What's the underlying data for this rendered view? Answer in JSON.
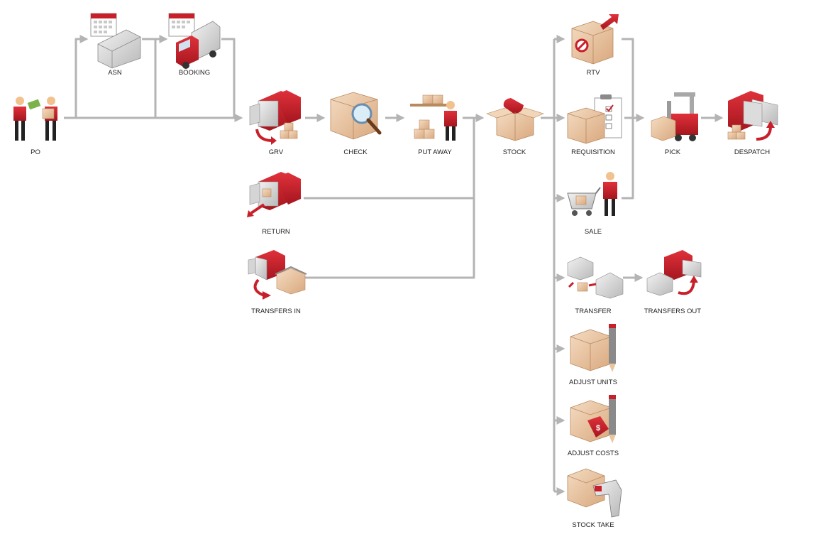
{
  "colors": {
    "connector": "#b4b4b4",
    "accent_red": "#c8202a",
    "box_tan": "#e8c6a2",
    "text": "#222222"
  },
  "nodes": {
    "po": {
      "label": "PO",
      "icon": "people-exchange-icon"
    },
    "asn": {
      "label": "ASN",
      "icon": "calendar-container-icon"
    },
    "booking": {
      "label": "BOOKING",
      "icon": "calendar-truck-icon"
    },
    "grv": {
      "label": "GRV",
      "icon": "truck-unload-boxes-icon"
    },
    "check": {
      "label": "CHECK",
      "icon": "box-magnifier-icon"
    },
    "putaway": {
      "label": "PUT AWAY",
      "icon": "worker-shelving-boxes-icon"
    },
    "stock": {
      "label": "STOCK",
      "icon": "open-box-icon"
    },
    "rtv": {
      "label": "RTV",
      "icon": "box-return-arrow-icon"
    },
    "requisition": {
      "label": "REQUISITION",
      "icon": "box-checklist-icon"
    },
    "pick": {
      "label": "PICK",
      "icon": "forklift-icon"
    },
    "despatch": {
      "label": "DESPATCH",
      "icon": "truck-dispatch-icon"
    },
    "sale": {
      "label": "SALE",
      "icon": "shopping-cart-person-icon"
    },
    "return": {
      "label": "RETURN",
      "icon": "truck-return-icon"
    },
    "transfers_in": {
      "label": "TRANSFERS IN",
      "icon": "truck-warehouse-in-icon"
    },
    "transfer": {
      "label": "TRANSFER",
      "icon": "warehouse-transfer-icon"
    },
    "transfers_out": {
      "label": "TRANSFERS OUT",
      "icon": "warehouse-truck-out-icon"
    },
    "adjust_units": {
      "label": "ADJUST UNITS",
      "icon": "box-pencil-icon"
    },
    "adjust_costs": {
      "label": "ADJUST COSTS",
      "icon": "box-price-tag-pencil-icon"
    },
    "stock_take": {
      "label": "STOCK TAKE",
      "icon": "box-barcode-scanner-icon"
    }
  }
}
